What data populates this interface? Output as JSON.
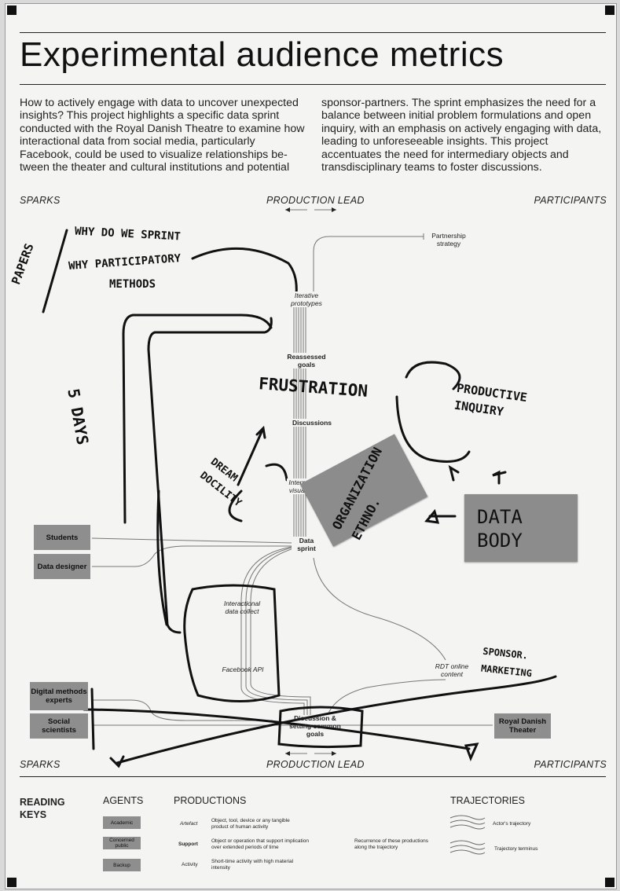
{
  "title": "Experimental audience metrics",
  "intro": {
    "left": "How to actively engage with data to uncover unexpected insights? This project highlights a specific data sprint conducted with the Royal Danish Theatre to examine how interactional data from social media, particularly Facebook, could be used to visualize relationships be-tween the theater and cultural institutions and potential",
    "right": "sponsor-partners. The sprint emphasizes the need for a balance between initial problem formulations and open inquiry, with an emphasis on actively engaging with data, leading to unforeseeable insights. This project accentuates the need for intermediary objects and transdisciplinary teams to foster discussions."
  },
  "sections": {
    "sparks": "SPARKS",
    "production_lead": "PRODUCTION LEAD",
    "participants": "PARTICIPANTS"
  },
  "nodes": {
    "partnership_strategy": "Partnership strategy",
    "iterative_prototypes": "Iterative prototypes",
    "reassessed_goals": "Reassessed goals",
    "discussions": "Discussions",
    "intermediate_visualization": "Intermediate visualization",
    "data_sprint": "Data sprint",
    "interactional_data_collect": "Interactional data collect",
    "facebook_api": "Facebook API",
    "rdt_online_content": "RDT online content",
    "discussion_setting_goals": "Discussion & setting common goals"
  },
  "agents": {
    "students": "Students",
    "data_designer": "Data designer",
    "digital_methods_experts": "Digital methods experts",
    "social_scientists": "Social scientists",
    "royal_danish_theater": "Royal Danish Theater"
  },
  "handwriting": {
    "papers": "PAPERS",
    "why_sprint": "WHY DO WE SPRINT",
    "why_participatory": "WHY PARTICIPATORY",
    "methods": "METHODS",
    "five_days": "5 DAYS",
    "frustration": "FRUSTRATION",
    "productive_inquiry": "PRODUCTIVE INQUIRY",
    "organization_ethno": "ORGANIZATION ETHNO.",
    "data_body": "DATA BODY",
    "dream_docility": "DREAM DOCILITY",
    "sponsor_marketing": "SPONSOR. MARKETING"
  },
  "reading_keys": {
    "heading": "READING KEYS",
    "agents_heading": "AGENTS",
    "agents": [
      "Academic",
      "Concerned public",
      "Backup"
    ],
    "productions_heading": "PRODUCTIONS",
    "productions": [
      {
        "label": "Artefact",
        "desc": "Object, tool, device or any tangible product of human activity"
      },
      {
        "label": "Support",
        "desc": "Object or operation that support implication over extended periods of time"
      },
      {
        "label": "Activity",
        "desc": "Short-time activity with high material intensity"
      }
    ],
    "recurrence": "Recurrence of these productions along the trajectory",
    "trajectories_heading": "TRAJECTORIES",
    "actor_trajectory": "Actor's trajectory",
    "trajectory_terminus": "Trajectory terminus"
  },
  "colors": {
    "poster": "#f4f4f2",
    "agent_fill": "#8e8e8e",
    "note_fill": "#8c8c8c",
    "ink": "#111111"
  }
}
